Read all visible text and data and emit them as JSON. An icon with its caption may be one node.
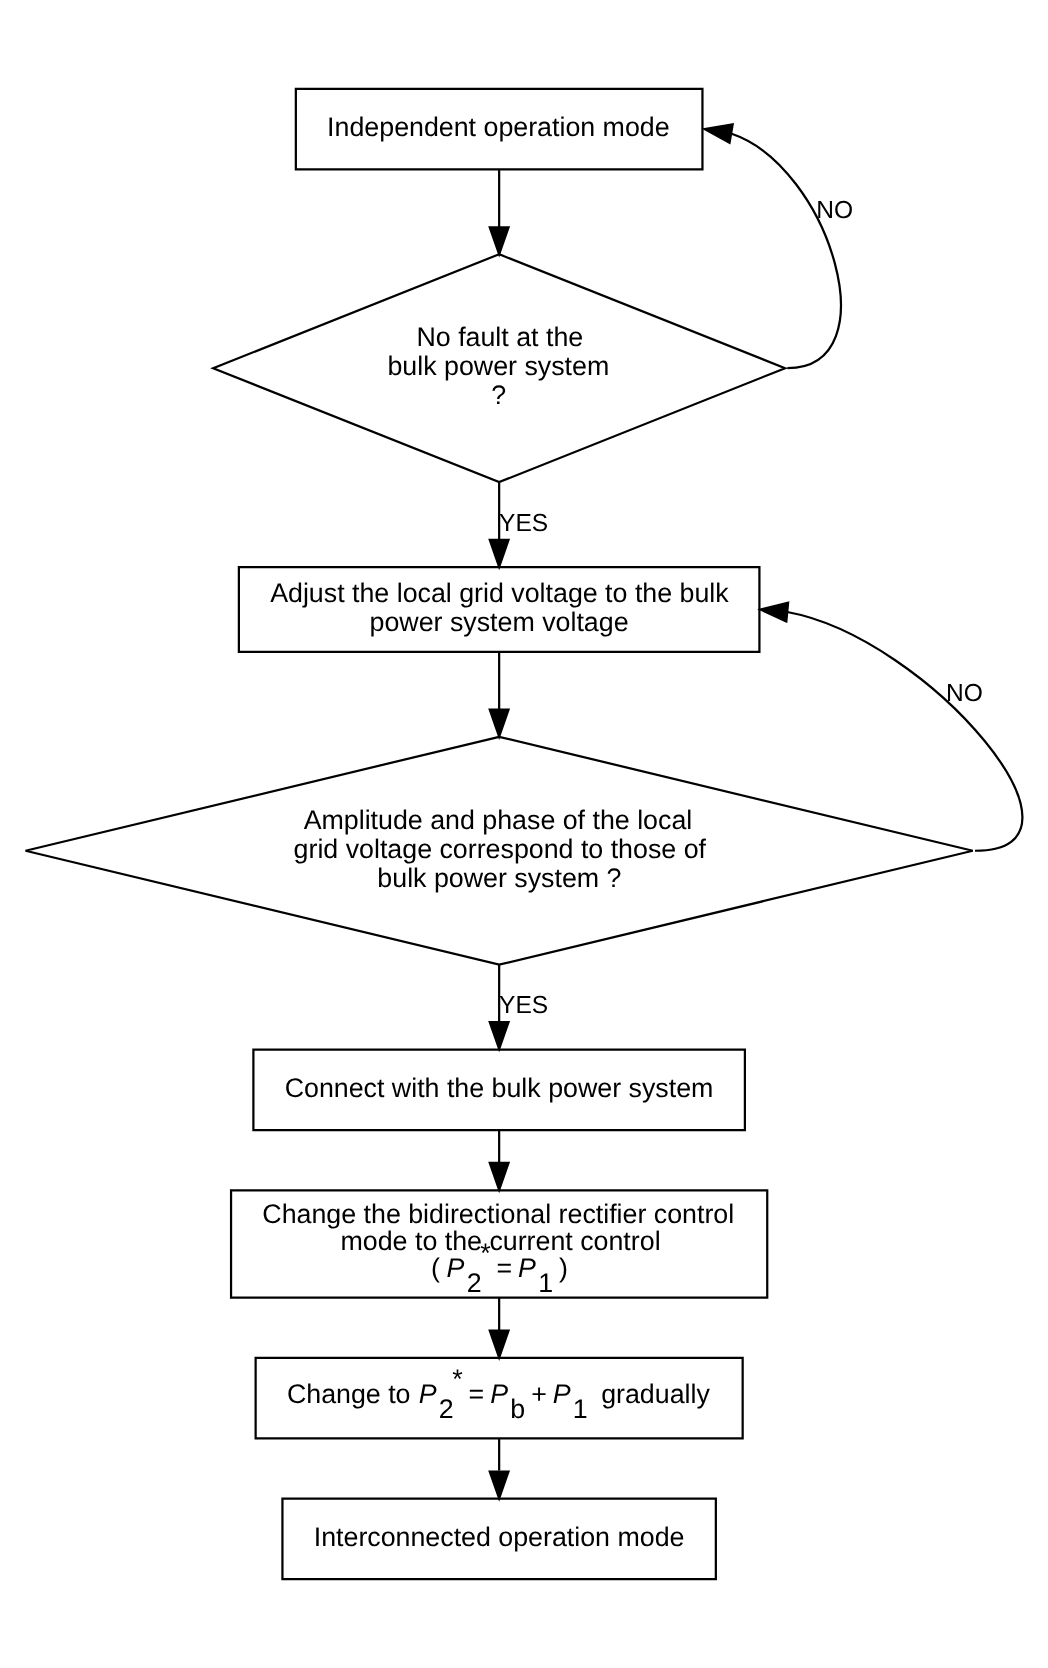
{
  "diagram": {
    "nodes": [
      {
        "text": [
          "Independent operation mode"
        ]
      },
      {
        "text": [
          "No fault at the bulk power system ?"
        ]
      },
      {
        "text": [
          "Adjust the local grid voltage to the bulk power system voltage"
        ]
      },
      {
        "text": [
          "Amplitude and phase of the local grid voltage correspond to those of bulk power system ?"
        ]
      },
      {
        "text": [
          "Connect with the bulk power system"
        ]
      },
      {
        "text": [
          "Change the bidirectional rectifier control mode to the current control",
          "( *P*$_{2}$$^{*}$ = *P*$_{1}$ )"
        ]
      },
      {
        "text": [
          "Change to *P*$_{2}$$^{*}$ = *P*$_{b}$ + *P*$_{1}$  gradually"
        ]
      },
      {
        "text": [
          "Interconnected operation mode"
        ]
      }
    ],
    "edges": [
      {
        "from": 0,
        "to": 1,
        "arrow": "to"
      },
      {
        "from": 1,
        "to": 2,
        "arrow": "to",
        "label": "YES"
      },
      {
        "from": 1,
        "to": 0,
        "arrow": "to",
        "label": "NO"
      },
      {
        "from": 2,
        "to": 3,
        "arrow": "to"
      },
      {
        "from": 3,
        "to": 4,
        "arrow": "to",
        "label": "YES"
      },
      {
        "from": 3,
        "to": 2,
        "arrow": "to",
        "label": "NO"
      },
      {
        "from": 4,
        "to": 5,
        "arrow": "to"
      },
      {
        "from": 5,
        "to": 6,
        "arrow": "to"
      },
      {
        "from": 6,
        "to": 7,
        "arrow": "to"
      }
    ]
  }
}
